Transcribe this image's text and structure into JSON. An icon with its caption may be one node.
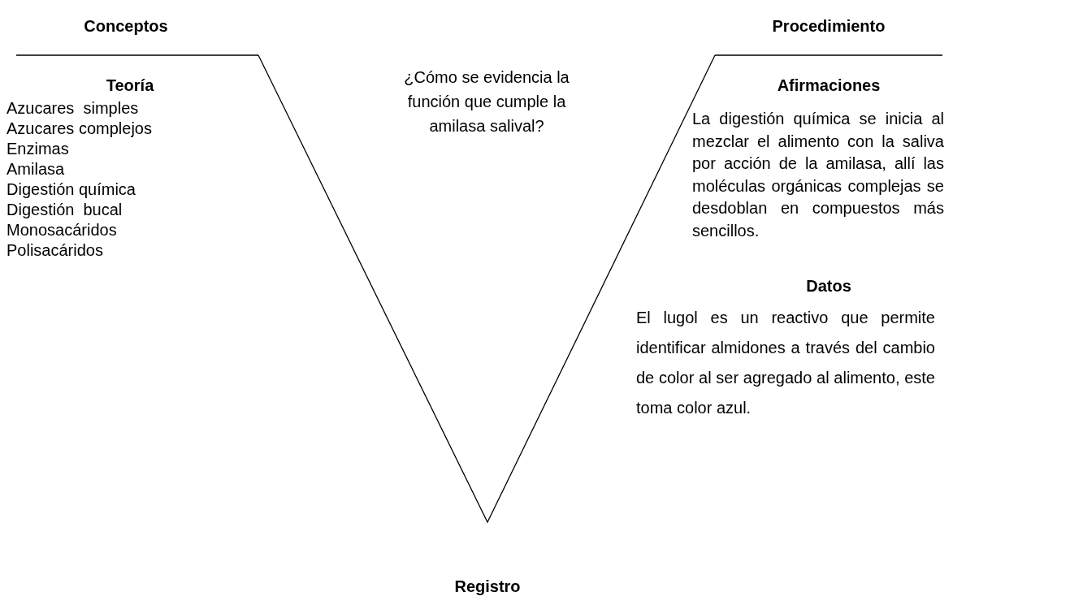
{
  "diagram": {
    "labels": [
      "Conceptos",
      "Procedimiento",
      "Teoría",
      "¿Cómo se evidencia la función que cumple la amilasa salival?",
      "Afirmaciones",
      "Azucares  simples",
      "Azucares complejos",
      "Enzimas",
      "Amilasa",
      "Digestión química",
      "Digestión  bucal",
      "Monosacáridos",
      "Polisacáridos",
      "La digestión química se inicia al mezclar el alimento con la saliva por acción de la amilasa, allí las moléculas orgánicas complejas se desdoblan en compuestos más sencillos.",
      "Datos",
      "El lugol es un reactivo que permite identificar almidones a través del cambio de color al ser agregado al alimento, este toma color azul.",
      "Registro"
    ]
  }
}
